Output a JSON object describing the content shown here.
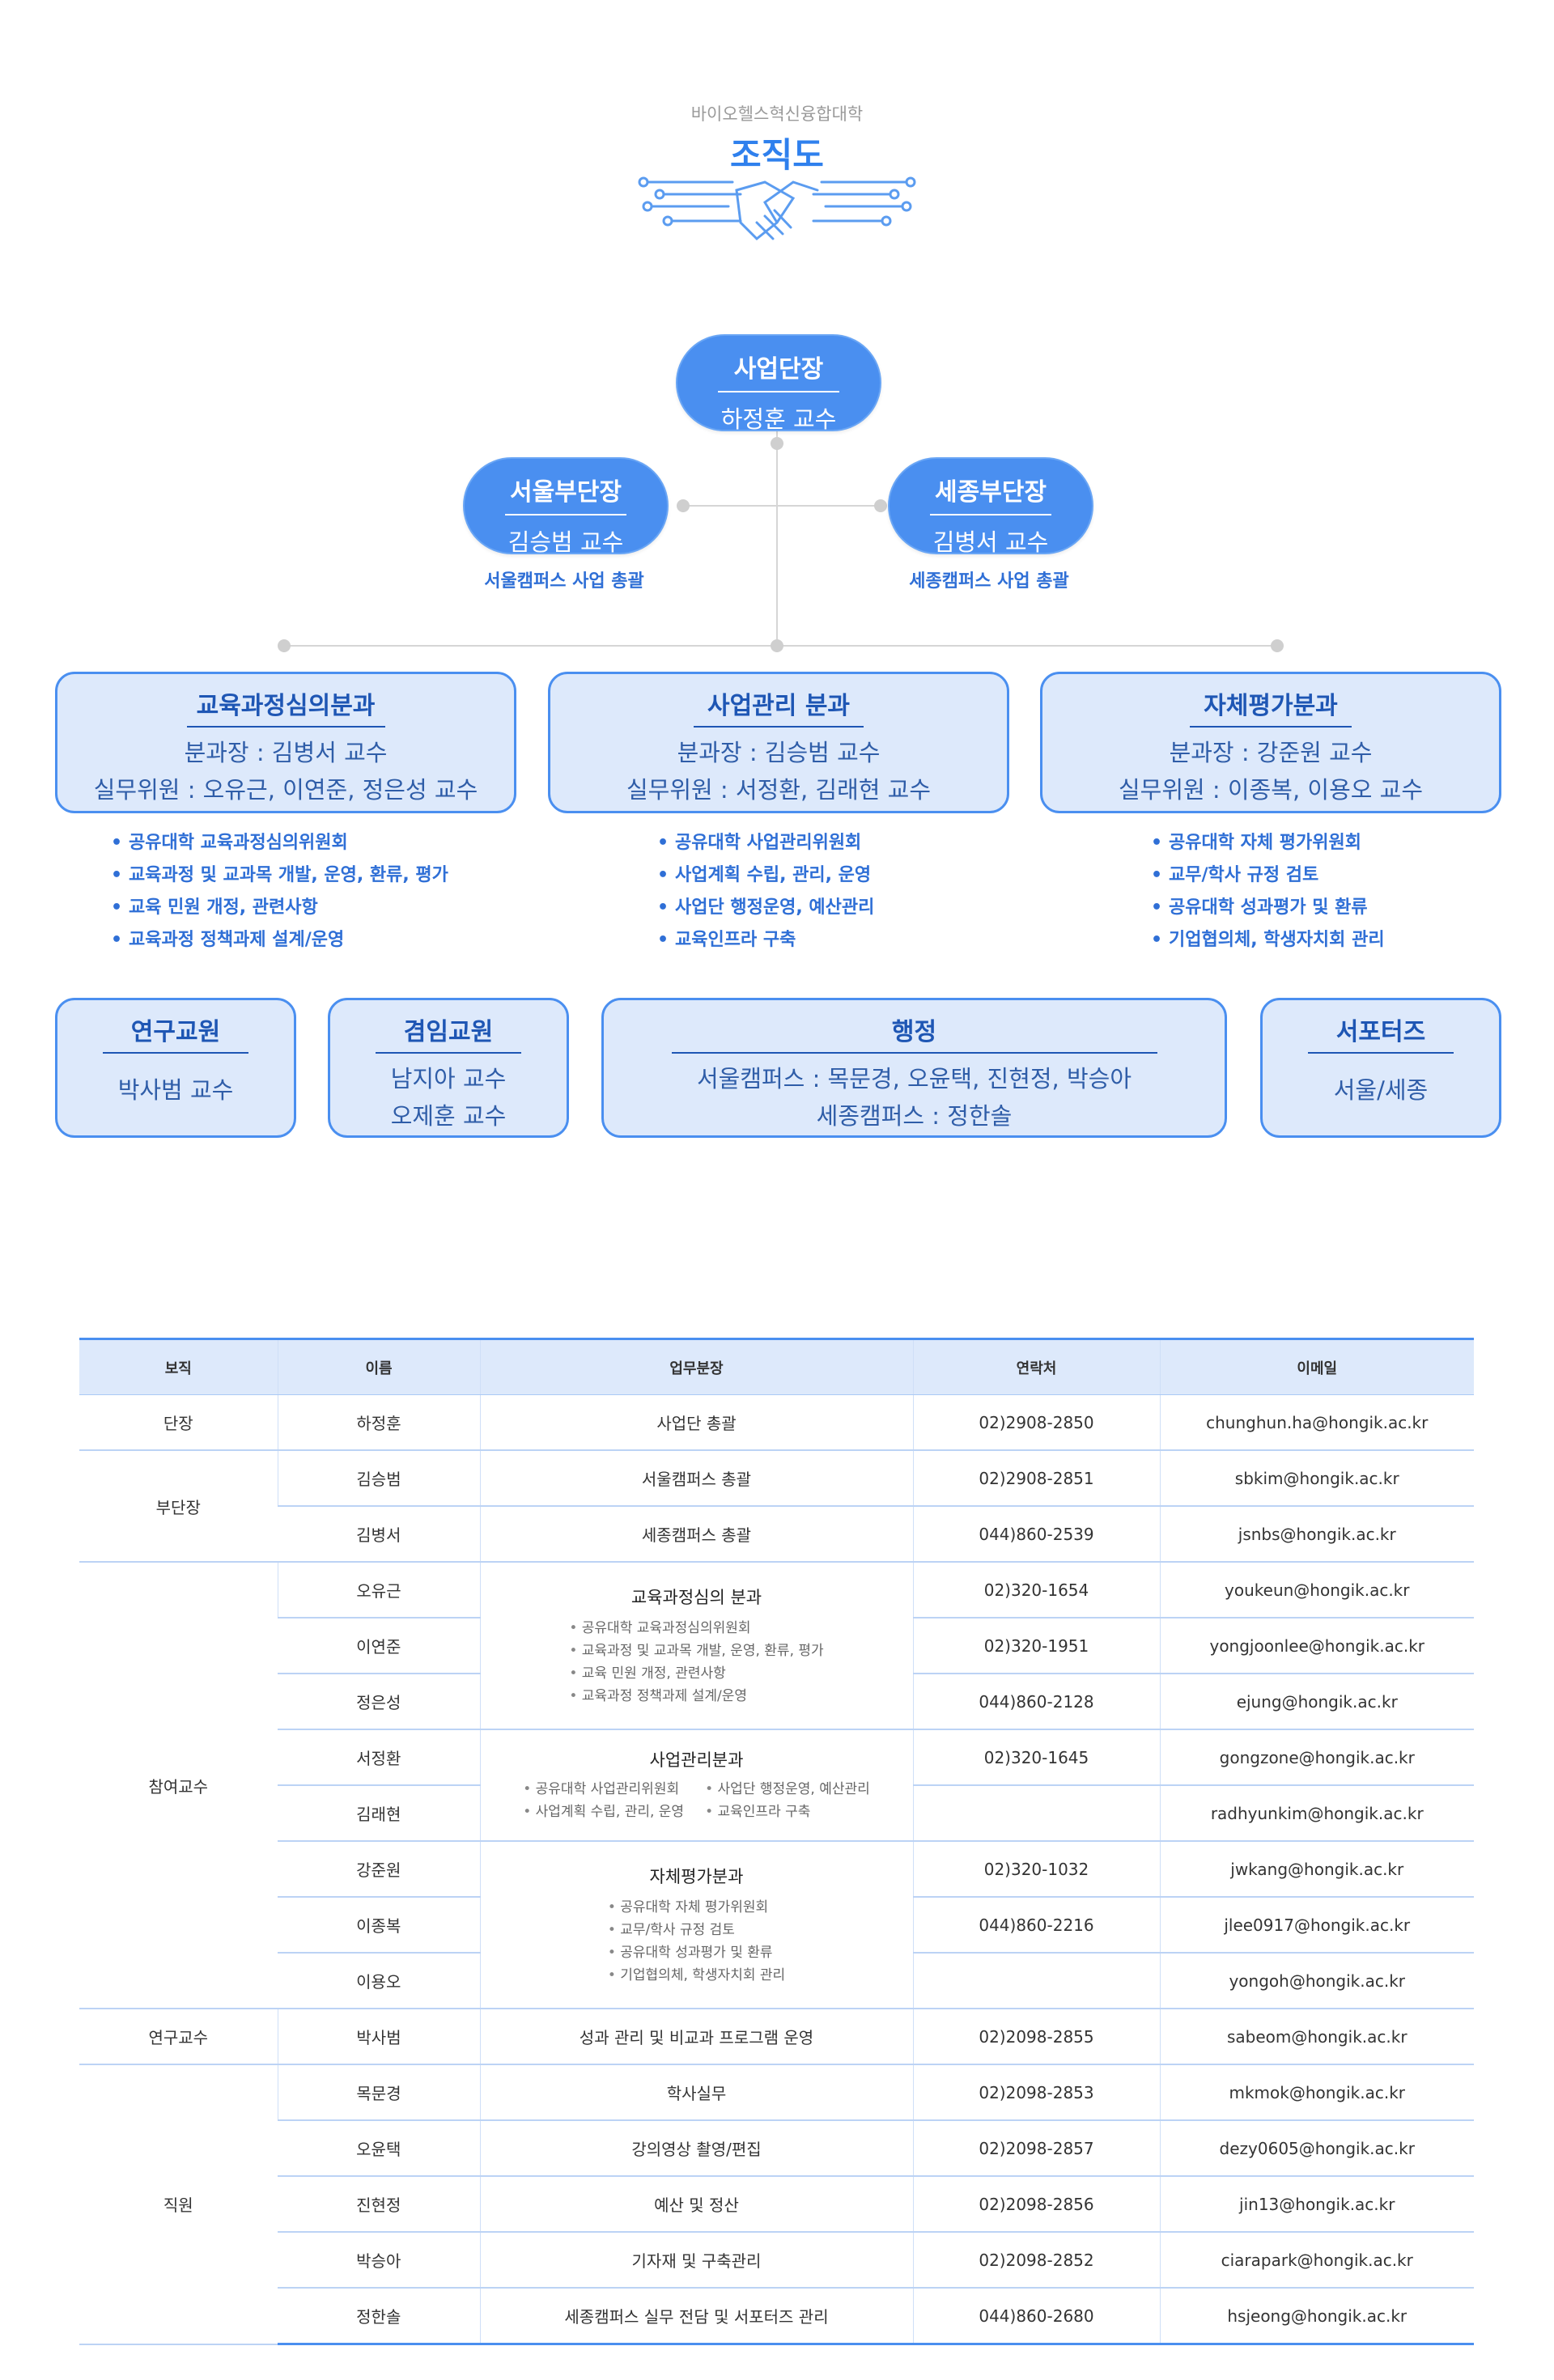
{
  "header": {
    "subtitle": "바이오헬스혁신융합대학",
    "title": "조직도"
  },
  "org": {
    "head": {
      "title": "사업단장",
      "name": "하정훈 교수"
    },
    "deputy_seoul": {
      "title": "서울부단장",
      "name": "김승범 교수",
      "desc": "서울캠퍼스 사업 총괄"
    },
    "deputy_sejong": {
      "title": "세종부단장",
      "name": "김병서 교수",
      "desc": "세종캠퍼스 사업 총괄"
    },
    "divisions": [
      {
        "title": "교육과정심의분과",
        "lines": [
          "분과장 : 김병서 교수",
          "실무위원 : 오유근, 이연준, 정은성 교수"
        ],
        "bullets": [
          "공유대학 교육과정심의위원회",
          "교육과정 및 교과목 개발, 운영, 환류, 평가",
          "교육 민원 개정, 관련사항",
          "교육과정 정책과제 설계/운영"
        ]
      },
      {
        "title": "사업관리 분과",
        "lines": [
          "분과장 : 김승범 교수",
          "실무위원 : 서정환, 김래현 교수"
        ],
        "bullets": [
          "공유대학 사업관리위원회",
          "사업계획 수립, 관리, 운영",
          "사업단 행정운영, 예산관리",
          "교육인프라 구축"
        ]
      },
      {
        "title": "자체평가분과",
        "lines": [
          "분과장 : 강준원 교수",
          "실무위원 : 이종복, 이용오 교수"
        ],
        "bullets": [
          "공유대학 자체 평가위원회",
          "교무/학사 규정 검토",
          "공유대학 성과평가 및 환류",
          "기업협의체, 학생자치회 관리"
        ]
      }
    ],
    "bottom": [
      {
        "title": "연구교원",
        "lines": [
          "박사범 교수"
        ]
      },
      {
        "title": "겸임교원",
        "lines": [
          "남지아 교수",
          "오제훈 교수"
        ]
      },
      {
        "title": "행정",
        "lines": [
          "서울캠퍼스 : 목문경, 오윤택, 진현정, 박승아",
          "세종캠퍼스 : 정한솔"
        ]
      },
      {
        "title": "서포터즈",
        "lines": [
          "서울/세종"
        ]
      }
    ]
  },
  "table": {
    "headers": [
      "보직",
      "이름",
      "업무분장",
      "연락처",
      "이메일"
    ],
    "groups": {
      "g1": "단장",
      "g2": "부단장",
      "g3": "참여교수",
      "g4": "연구교수",
      "g5": "직원"
    },
    "rows": [
      {
        "name": "하정훈",
        "phone": "02)2908-2850",
        "email": "chunghun.ha@hongik.ac.kr"
      },
      {
        "name": "김승범",
        "phone": "02)2908-2851",
        "email": "sbkim@hongik.ac.kr"
      },
      {
        "name": "김병서",
        "phone": "044)860-2539",
        "email": "jsnbs@hongik.ac.kr"
      },
      {
        "name": "오유근",
        "phone": "02)320-1654",
        "email": "youkeun@hongik.ac.kr"
      },
      {
        "name": "이연준",
        "phone": "02)320-1951",
        "email": "yongjoonlee@hongik.ac.kr"
      },
      {
        "name": "정은성",
        "phone": "044)860-2128",
        "email": "ejung@hongik.ac.kr"
      },
      {
        "name": "서정환",
        "phone": "02)320-1645",
        "email": "gongzone@hongik.ac.kr"
      },
      {
        "name": "김래현",
        "phone": "",
        "email": "radhyunkim@hongik.ac.kr"
      },
      {
        "name": "강준원",
        "phone": "02)320-1032",
        "email": "jwkang@hongik.ac.kr"
      },
      {
        "name": "이종복",
        "phone": "044)860-2216",
        "email": "jlee0917@hongik.ac.kr"
      },
      {
        "name": "이용오",
        "phone": "",
        "email": "yongoh@hongik.ac.kr"
      },
      {
        "name": "박사범",
        "phone": "02)2098-2855",
        "email": "sabeom@hongik.ac.kr"
      },
      {
        "name": "목문경",
        "phone": "02)2098-2853",
        "email": "mkmok@hongik.ac.kr"
      },
      {
        "name": "오윤택",
        "phone": "02)2098-2857",
        "email": "dezy0605@hongik.ac.kr"
      },
      {
        "name": "진현정",
        "phone": "02)2098-2856",
        "email": "jin13@hongik.ac.kr"
      },
      {
        "name": "박승아",
        "phone": "02)2098-2852",
        "email": "ciarapark@hongik.ac.kr"
      },
      {
        "name": "정한솔",
        "phone": "044)860-2680",
        "email": "hsjeong@hongik.ac.kr"
      }
    ],
    "duties": {
      "head": "사업단 총괄",
      "seoul": "서울캠퍼스 총괄",
      "sejong": "세종캠퍼스 총괄",
      "curr": {
        "title": "교육과정심의 분과",
        "items": [
          "공유대학 교육과정심의위원회",
          "교육과정 및 교과목 개발, 운영, 환류, 평가",
          "교육 민원 개정, 관련사항",
          "교육과정 정책과제 설계/운영"
        ]
      },
      "mgmt": {
        "title": "사업관리분과",
        "items": [
          "공유대학 사업관리위원회",
          "사업단 행정운영, 예산관리",
          "사업계획 수립, 관리, 운영",
          "교육인프라 구축"
        ]
      },
      "eval": {
        "title": "자체평가분과",
        "items": [
          "공유대학 자체 평가위원회",
          "교무/학사 규정 검토",
          "공유대학 성과평가 및 환류",
          "기업협의체, 학생자치회 관리"
        ]
      },
      "research": "성과 관리 및 비교과 프로그램 운영",
      "staff": [
        "학사실무",
        "강의영상 촬영/편집",
        "예산 및 정산",
        "기자재 및 구축관리",
        "세종캠퍼스 실무 전담 및 서포터즈 관리"
      ]
    }
  },
  "colors": {
    "accent": "#4a8ff0",
    "box_fill": "#dde9fb",
    "title_blue": "#2f80ed"
  },
  "icons": {
    "logo": "handshake-circuit-icon"
  }
}
